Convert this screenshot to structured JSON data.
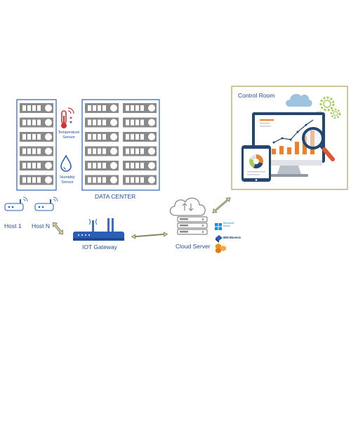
{
  "labels": {
    "temperature_sensor": [
      "Temperature",
      "Sensor"
    ],
    "humidity_sensor": [
      "Humidity",
      "Sensor"
    ],
    "data_center": "DATA CENTER",
    "host_1": "Host 1",
    "host_n": "Host N",
    "iot_gateway": "IOT Gateway",
    "cloud_server": "Cloud Server",
    "control_room": "Control Room",
    "cloud_providers": {
      "azure": [
        "Microsoft",
        "Azure"
      ],
      "bluemix": "IBM Bluemix"
    }
  },
  "colors": {
    "line_blue": "#2b5fb3",
    "label_blue": "#1f4e9c",
    "rack_gray": "#8a8a8a",
    "arrow_fill": "#d6d3b2",
    "arrow_stroke": "#8a8460",
    "chart_orange": "#f07f2a",
    "room_border": "#b5a867",
    "thermo_red": "#d0343a",
    "gear_green": "#a8cc5a",
    "cloud_blue": "#9fc3df"
  },
  "icons": [
    "thermometer-icon",
    "water-drop-icon",
    "router-icon",
    "cloud-server-icon",
    "monitor-icon",
    "tablet-icon",
    "magnifier-icon",
    "gear-icon",
    "azure-logo",
    "bluemix-logo",
    "aws-logo"
  ]
}
